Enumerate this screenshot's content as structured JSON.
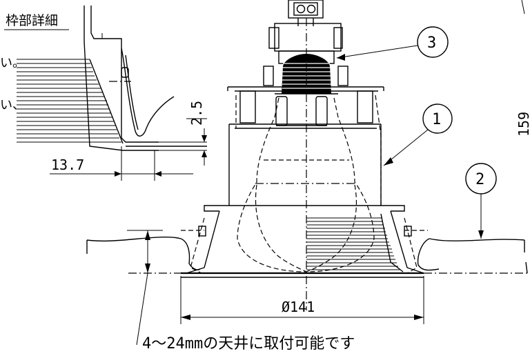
{
  "detail_title": "枠部詳細",
  "left_note_fragment_1": "い。",
  "left_note_fragment_2": "い、",
  "dim_frame_depth": "2.5",
  "dim_frame_width": "13.7",
  "dim_height": "159",
  "dim_diameter": "Ø141",
  "note_ceiling": "4～24mmの天井に取付可能です",
  "callouts": [
    {
      "number": "1"
    },
    {
      "number": "2"
    },
    {
      "number": "3"
    }
  ]
}
